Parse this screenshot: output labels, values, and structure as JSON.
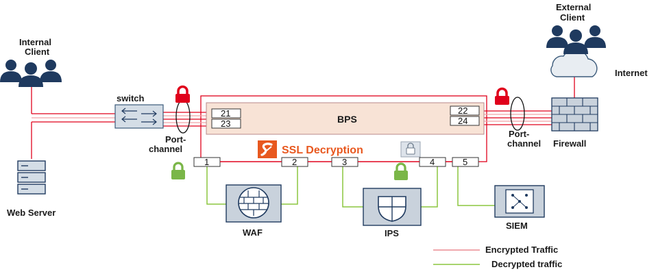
{
  "labels": {
    "internal_client_line1": "Internal",
    "internal_client_line2": "Client",
    "external_client_line1": "External",
    "external_client_line2": "Client",
    "internet": "Internet",
    "switch": "switch",
    "port_channel_left_line1": "Port-",
    "port_channel_left_line2": "channel",
    "port_channel_right_line1": "Port-",
    "port_channel_right_line2": "channel",
    "firewall": "Firewall",
    "web_server": "Web Server",
    "bps": "BPS",
    "ssl_decryption": "SSL Decryption",
    "waf": "WAF",
    "ips": "IPS",
    "siem": "SIEM"
  },
  "ports": {
    "p21": "21",
    "p23": "23",
    "p22": "22",
    "p24": "24",
    "p1": "1",
    "p2": "2",
    "p3": "3",
    "p4": "4",
    "p5": "5"
  },
  "legend": {
    "encrypted": "Encrypted Traffic",
    "decrypted": "Decrypted traffic"
  },
  "colors": {
    "encrypted": "#e0001b",
    "encrypted_light": "#f2a5a8",
    "decrypted": "#8cc63f",
    "navy": "#1f3a5f",
    "bps_fill": "#f8e3d6",
    "ssl_orange": "#e8581f",
    "lock_red": "#e0001b",
    "lock_green": "#7ab648"
  },
  "icons": [
    "users-icon",
    "cloud-icon",
    "firewall-icon",
    "server-icon",
    "switch-icon",
    "lock-icon",
    "ssl-logo-icon",
    "waf-icon",
    "ips-icon",
    "siem-icon"
  ]
}
